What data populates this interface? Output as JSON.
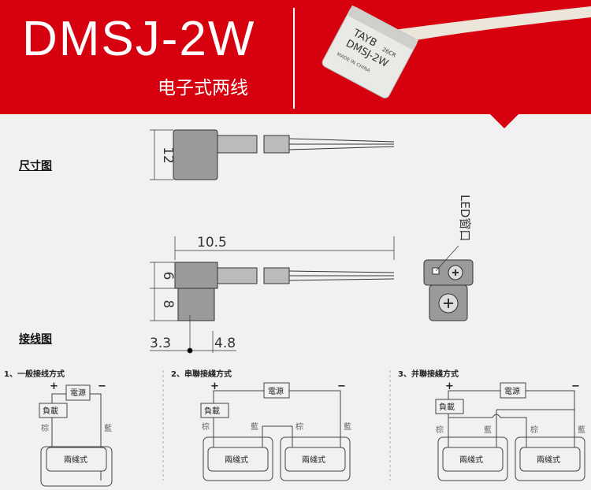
{
  "header": {
    "model": "DMSJ-2W",
    "subtitle": "电子式两线",
    "product_label": {
      "brand": "TAYB",
      "code": "26CR",
      "model": "DMSJ-2W",
      "origin": "MADE IN CHINA"
    }
  },
  "sections": {
    "dimensions": "尺寸图",
    "wiring": "接线图"
  },
  "dimensions": {
    "height": "12",
    "length": "10.5",
    "upper": "6",
    "lower": "8",
    "left_offset": "3.3",
    "right_offset": "4.8",
    "led_label": "LED窗口"
  },
  "wiring": [
    {
      "title": "1、一般接线方式",
      "plus": "+",
      "minus": "−",
      "power": "電源",
      "load": "負載",
      "brown": "棕",
      "blue": "藍",
      "sensor": "兩綫式"
    },
    {
      "title": "2、串聯接綫方式",
      "plus": "+",
      "minus": "−",
      "power": "電源",
      "load": "負載",
      "brown": "棕",
      "blue": "藍",
      "sensor": "兩綫式"
    },
    {
      "title": "3、并聯接綫方式",
      "plus": "+",
      "minus": "−",
      "power": "電源",
      "load": "負載",
      "brown": "棕",
      "blue": "藍",
      "sensor": "兩綫式"
    }
  ],
  "colors": {
    "brand_red": "#d6000f"
  }
}
